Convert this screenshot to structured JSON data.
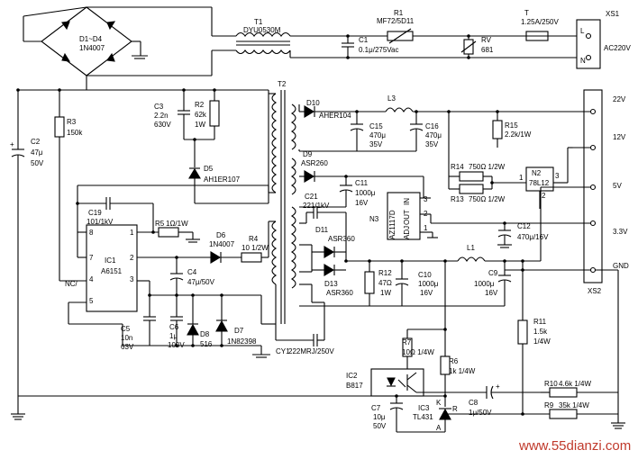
{
  "components": {
    "bridge": {
      "ref": "D1~D4",
      "part": "1N4007"
    },
    "t1": {
      "ref": "T1",
      "part": "DYU0530M"
    },
    "r1": {
      "ref": "R1",
      "part": "MF72/5D11"
    },
    "fuse": {
      "ref": "T",
      "part": "1.25A/250V"
    },
    "xs1": {
      "ref": "XS1",
      "pin_l": "L",
      "pin_n": "N",
      "label": "AC220V"
    },
    "c1": {
      "ref": "C1",
      "part": "0.1μ/275Vac"
    },
    "rv": {
      "ref": "RV",
      "part": "681"
    },
    "t2": {
      "ref": "T2"
    },
    "c3": {
      "ref": "C3",
      "v1": "2.2n",
      "v2": "630V"
    },
    "r2": {
      "ref": "R2",
      "v1": "62k",
      "v2": "1W"
    },
    "d5": {
      "ref": "D5",
      "part": "AH1ER107"
    },
    "r3": {
      "ref": "R3",
      "part": "150k"
    },
    "c2": {
      "ref": "C2",
      "v1": "47μ",
      "v2": "50V"
    },
    "c19": {
      "ref": "C19",
      "part": "101/1kV"
    },
    "r5": {
      "ref": "R5",
      "part": "1Ω/1W"
    },
    "d6": {
      "ref": "D6",
      "part": "1N4007"
    },
    "r4": {
      "ref": "R4",
      "part": "10 1/2W"
    },
    "ic1": {
      "ref": "IC1",
      "part": "A6151",
      "pins": [
        "8",
        "7",
        "4",
        "5",
        "1",
        "2",
        "3"
      ],
      "nc": "NC/"
    },
    "c4": {
      "ref": "C4",
      "part": "47μ/50V"
    },
    "c5": {
      "ref": "C5",
      "v1": "10n",
      "v2": "63V"
    },
    "c6": {
      "ref": "C6",
      "v1": "1μ",
      "v2": "100V"
    },
    "d8": {
      "ref": "D8",
      "part": "516"
    },
    "d7": {
      "ref": "D7",
      "part": "1N82398"
    },
    "cy1": {
      "ref": "CY1",
      "part": "222MRJ/250V"
    },
    "d10": {
      "ref": "D10",
      "part": "AHER104"
    },
    "l3": {
      "ref": "L3"
    },
    "c15": {
      "ref": "C15",
      "v1": "470μ",
      "v2": "35V"
    },
    "c16": {
      "ref": "C16",
      "v1": "470μ",
      "v2": "35V"
    },
    "r15": {
      "ref": "R15",
      "part": "2.2k/1W"
    },
    "r14": {
      "ref": "R14",
      "part": "750Ω 1/2W"
    },
    "r13": {
      "ref": "R13",
      "part": "750Ω 1/2W"
    },
    "n2": {
      "ref": "N2",
      "part": "78L12",
      "pins": [
        "1",
        "2",
        "3"
      ]
    },
    "d9": {
      "ref": "D9",
      "part": "ASR260"
    },
    "c11": {
      "ref": "C11",
      "v1": "1000μ",
      "v2": "16V"
    },
    "c21": {
      "ref": "C21",
      "part": "221/1kV"
    },
    "n3": {
      "ref": "N3",
      "part": "AZ1117D",
      "pins": [
        "IN",
        "OUT",
        "ADJ"
      ],
      "pin_nums": [
        "3",
        "2",
        "1"
      ]
    },
    "d11": {
      "ref": "D11",
      "part": "ASR360"
    },
    "d13": {
      "ref": "D13",
      "part": "ASR360"
    },
    "c12": {
      "ref": "C12",
      "part": "470μ/16V"
    },
    "l1": {
      "ref": "L1"
    },
    "r12": {
      "ref": "R12",
      "v1": "47Ω",
      "v2": "1W"
    },
    "c10": {
      "ref": "C10",
      "v1": "1000μ",
      "v2": "16V"
    },
    "c9": {
      "ref": "C9",
      "v1": "1000μ",
      "v2": "16V"
    },
    "r11": {
      "ref": "R11",
      "v1": "1.5k",
      "v2": "1/4W"
    },
    "r7": {
      "ref": "R7",
      "part": "10Ω 1/4W"
    },
    "r6": {
      "ref": "R6",
      "part": "1k 1/4W"
    },
    "ic2": {
      "ref": "IC2",
      "part": "B817"
    },
    "c7": {
      "ref": "C7",
      "v1": "10μ",
      "v2": "50V"
    },
    "ic3": {
      "ref": "IC3",
      "part": "TL431",
      "pin_k": "K",
      "pin_r": "R",
      "pin_a": "A"
    },
    "c8": {
      "ref": "C8",
      "part": "1μ/50V"
    },
    "r10": {
      "ref": "R10",
      "part": "4.6k 1/4W"
    },
    "r9": {
      "ref": "R9",
      "part": "35k 1/4W"
    }
  },
  "outputs": {
    "ref": "XS2",
    "labels": [
      "22V",
      "12V",
      "5V",
      "3.3V",
      "GND"
    ]
  },
  "watermark": "www.55dianzi.com"
}
